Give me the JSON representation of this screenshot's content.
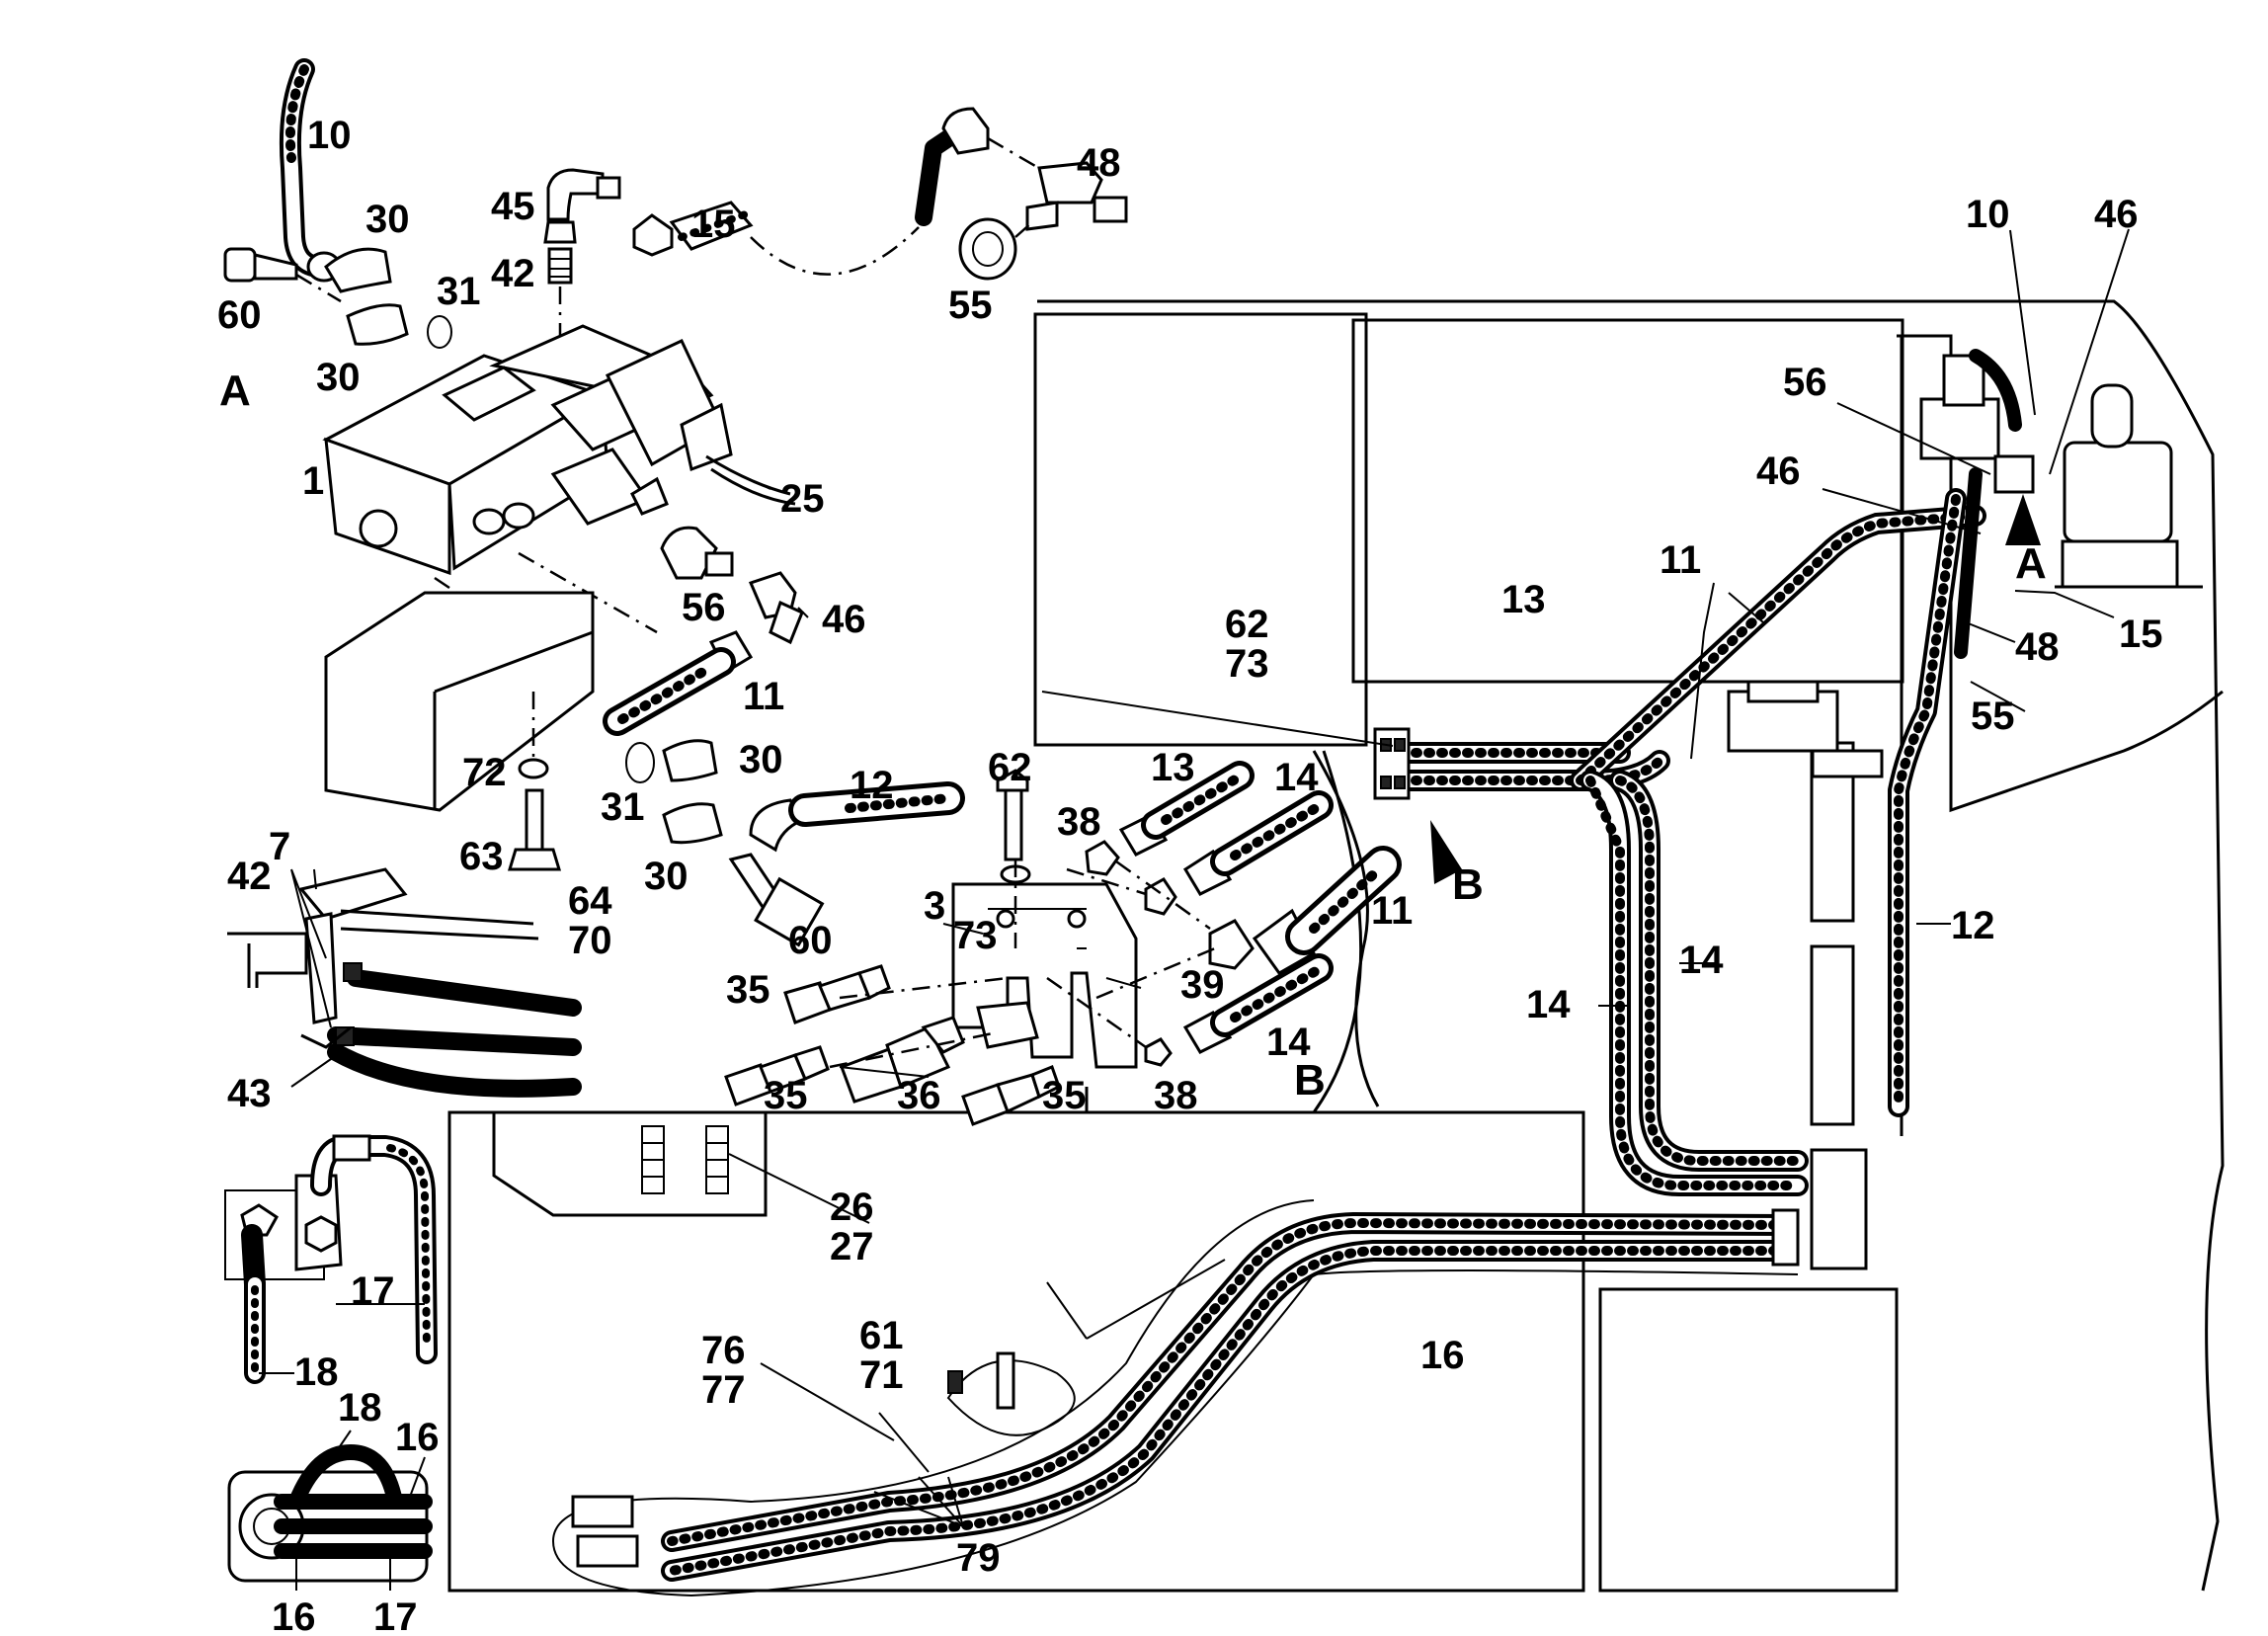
{
  "labels": {
    "l10a": "10",
    "l30a": "30",
    "l60a": "60",
    "l31a": "31",
    "l30b": "30",
    "lA1": "A",
    "l45": "45",
    "l42a": "42",
    "l15a": "15",
    "l48a": "48",
    "l55a": "55",
    "l1": "1",
    "l25": "25",
    "l56a": "56",
    "l46a": "46",
    "l11a": "11",
    "l72": "72",
    "l63": "63",
    "l31b": "31",
    "l30c": "30",
    "l30d": "30",
    "l12a": "12",
    "l62a": "62",
    "l73a": "73",
    "l60b": "60",
    "l3": "3",
    "l38a": "38",
    "l13a": "13",
    "l14a": "14",
    "l11b": "11",
    "l39": "39",
    "l35a": "35",
    "l35b": "35",
    "l36": "36",
    "l35c": "35",
    "l38b": "38",
    "l14b": "14",
    "lB1": "B",
    "l7": "7",
    "l42b": "42",
    "l64": "64",
    "l70": "70",
    "l43": "43",
    "l26": "26",
    "l27": "27",
    "l17a": "17",
    "l18a": "18",
    "l18b": "18",
    "l16a": "16",
    "l16b": "16",
    "l17b": "17",
    "l10b": "10",
    "l46b": "46",
    "l56b": "56",
    "l46c": "46",
    "lA2": "A",
    "l11c": "11",
    "l13b": "13",
    "l62b": "62",
    "l73b": "73",
    "l15b": "15",
    "l48b": "48",
    "l55b": "55",
    "lB2": "B",
    "l14c": "14",
    "l14d": "14",
    "l12b": "12",
    "l16c": "16",
    "l61": "61",
    "l71": "71",
    "l76": "76",
    "l77": "77",
    "l79": "79"
  }
}
